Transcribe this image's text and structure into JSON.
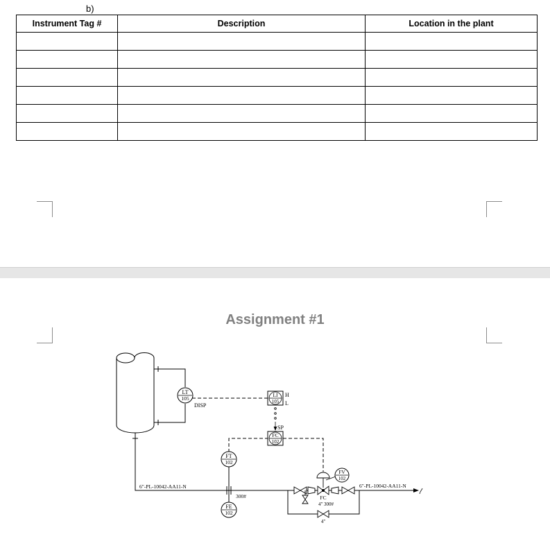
{
  "section_label": "b)",
  "table": {
    "headers": [
      "Instrument Tag #",
      "Description",
      "Location in the plant"
    ],
    "rows": [
      [
        "",
        "",
        ""
      ],
      [
        "",
        "",
        ""
      ],
      [
        "",
        "",
        ""
      ],
      [
        "",
        "",
        ""
      ],
      [
        "",
        "",
        ""
      ],
      [
        "",
        "",
        ""
      ]
    ]
  },
  "assignment_title": "Assignment #1",
  "diagram": {
    "lt": {
      "letters": "LT",
      "num": "105"
    },
    "li": {
      "letters": "LI",
      "num": "105"
    },
    "fc": {
      "letters": "FC",
      "num": "102"
    },
    "ft": {
      "letters": "FT",
      "num": "102"
    },
    "fe": {
      "letters": "FE",
      "num": "102"
    },
    "fv": {
      "letters": "FV",
      "num": "102"
    },
    "disp": "DISP",
    "high": "H",
    "low": "L",
    "setpoint": "SP",
    "line_in": "6\"-PL-10042-AA11-N",
    "line_out": "6\"-PL-10042-AA11-N",
    "flange_rating": "300#",
    "valve_fail": "FC",
    "valve_size_rating": "4\" 300#",
    "bypass_size": "4\""
  }
}
